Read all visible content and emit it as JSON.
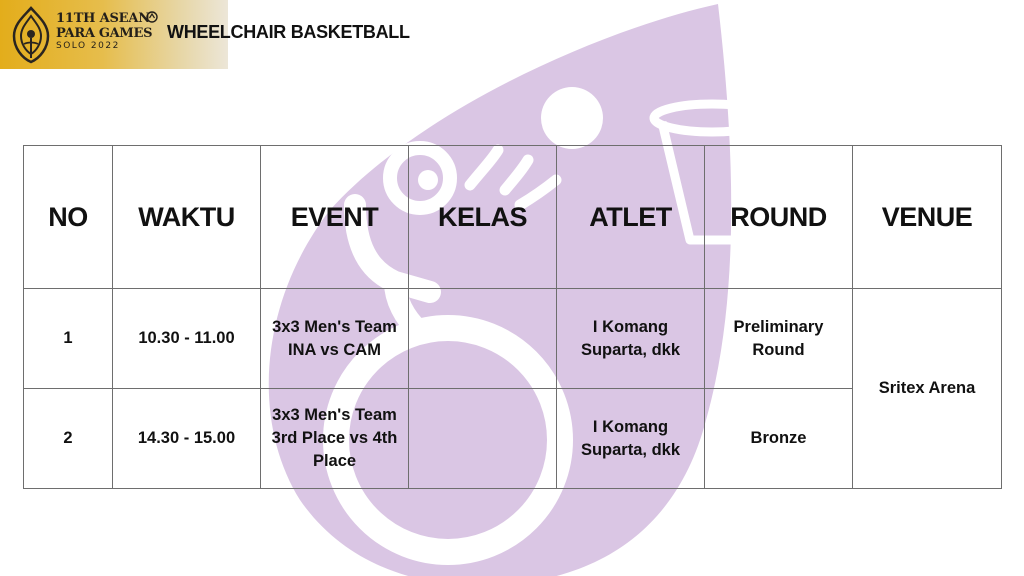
{
  "logo": {
    "line1": "11TH ASEAN",
    "line2": "PARA GAMES",
    "line3": "SOLO 2022"
  },
  "title": "WHEELCHAIR BASKETBALL",
  "columns": [
    "NO",
    "WAKTU",
    "EVENT",
    "KELAS",
    "ATLET",
    "ROUND",
    "VENUE"
  ],
  "rows": [
    {
      "no": "1",
      "waktu": "10.30 - 11.00",
      "event": "3x3 Men's Team INA vs CAM",
      "kelas": "",
      "atlet": "I Komang Suparta, dkk",
      "round": "Preliminary Round"
    },
    {
      "no": "2",
      "waktu": "14.30 - 15.00",
      "event": "3x3 Men's Team 3rd Place vs 4th Place",
      "kelas": "",
      "atlet": "I Komang Suparta, dkk",
      "round": "Bronze"
    }
  ],
  "venue": "Sritex Arena",
  "colors": {
    "accent_gold": "#e3ad1b",
    "pictogram_lilac": "#dac6e4"
  },
  "icons": [
    "wayang-emblem-icon",
    "wheelchair-basketball-pictogram-icon"
  ]
}
